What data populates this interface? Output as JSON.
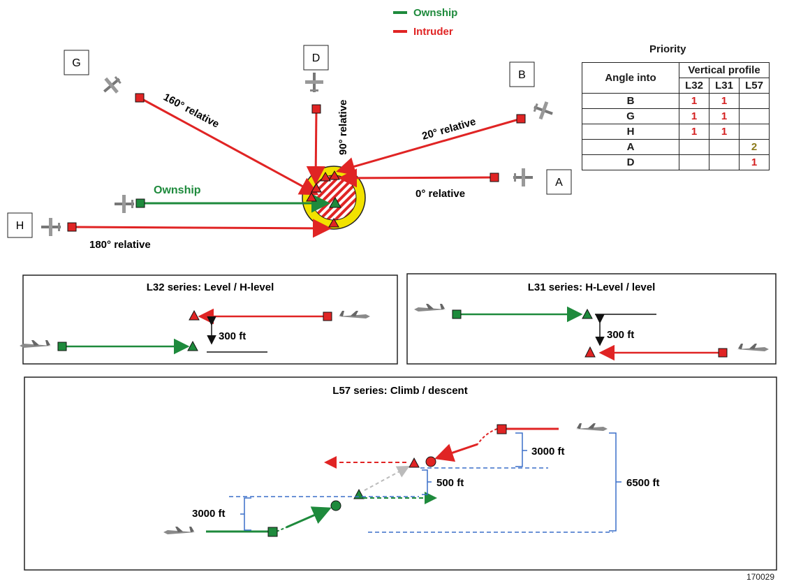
{
  "legend": {
    "ownship": "Ownship",
    "intruder": "Intruder"
  },
  "colors": {
    "ownship": "#1e8a3c",
    "intruder": "#e02424",
    "zone_outer": "#f2e200",
    "line_blue": "#3a6fc9"
  },
  "labels": {
    "G": "G",
    "D": "D",
    "B": "B",
    "A": "A",
    "H": "H",
    "rel160": "160° relative",
    "rel90": "90° relative",
    "rel20": "20° relative",
    "rel0": "0° relative",
    "rel180": "180° relative",
    "ownship": "Ownship"
  },
  "priority": {
    "title": "Priority",
    "angle_header": "Angle into",
    "profile_header": "Vertical profile",
    "columns": [
      "L32",
      "L31",
      "L57"
    ],
    "rows": [
      {
        "angle": "B",
        "values": [
          "1",
          "1",
          ""
        ]
      },
      {
        "angle": "G",
        "values": [
          "1",
          "1",
          ""
        ]
      },
      {
        "angle": "H",
        "values": [
          "1",
          "1",
          ""
        ]
      },
      {
        "angle": "A",
        "values": [
          "",
          "",
          "2"
        ]
      },
      {
        "angle": "D",
        "values": [
          "",
          "",
          "1"
        ]
      }
    ]
  },
  "panels": {
    "l32": {
      "title": "L32 series: Level / H-level",
      "sep": "300 ft"
    },
    "l31": {
      "title": "L31 series: H-Level / level",
      "sep": "300 ft"
    },
    "l57": {
      "title": "L57 series: Climb / descent",
      "climb": "3000 ft",
      "descent": "3000 ft",
      "gap": "500 ft",
      "total": "6500 ft"
    }
  },
  "figure_number": "170029"
}
